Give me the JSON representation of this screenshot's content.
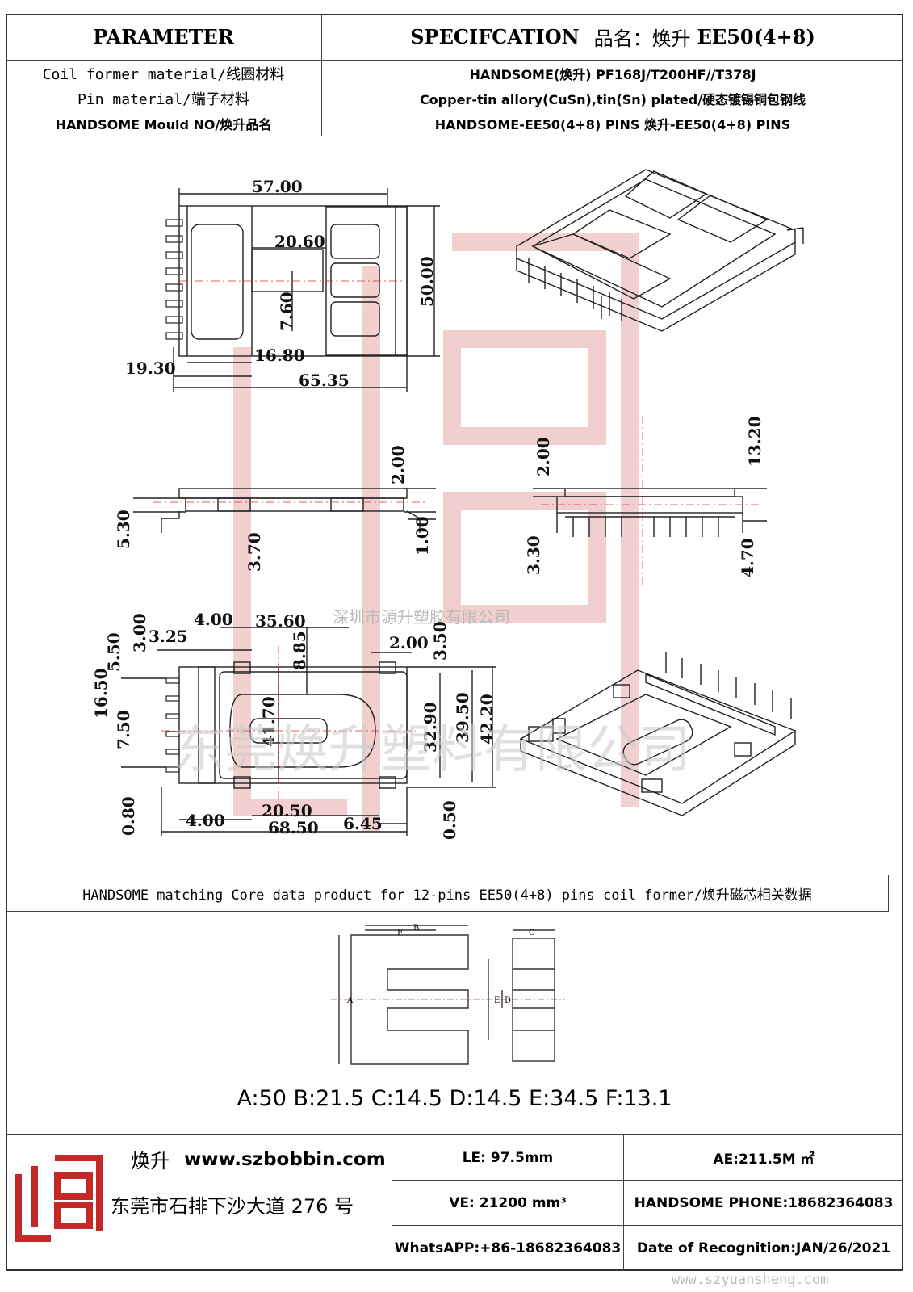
{
  "header": {
    "parameter": "PARAMETER",
    "specification": "SPECIFCATION",
    "product_label": "品名：焕升",
    "product_code": "EE50(4+8)"
  },
  "rows": [
    {
      "label": "Coil former material/线圈材料",
      "value": "HANDSOME(焕升)  PF168J/T200HF//T378J"
    },
    {
      "label": "Pin material/端子材料",
      "value": "Copper-tin allory(CuSn),tin(Sn) plated/硬态镀锡铜包钢线"
    },
    {
      "label": "HANDSOME Mould NO/焕升品名",
      "value": "HANDSOME-EE50(4+8) PINS   焕升-EE50(4+8) PINS"
    }
  ],
  "drawing": {
    "top_view": [
      "57.00",
      "20.60",
      "7.60",
      "50.00",
      "16.80",
      "19.30",
      "65.35"
    ],
    "side_view_left": [
      "2.00",
      "5.30",
      "3.70",
      "1.00"
    ],
    "side_view_right": [
      "13.20",
      "2.00",
      "3.30",
      "4.70"
    ],
    "bottom_view": [
      "4.00",
      "35.60",
      "3.00",
      "3.25",
      "5.50",
      "8.85",
      "2.00",
      "3.50",
      "16.50",
      "41.70",
      "32.90",
      "39.50",
      "42.20",
      "7.50",
      "0.80",
      "4.00",
      "20.50",
      "68.50",
      "6.45",
      "0.50"
    ],
    "company_watermark": "深圳市源升塑胶有限公司",
    "company_watermark_large": "东莞焕升塑料有限公司"
  },
  "core_section": {
    "title": "HANDSOME matching Core data  product for 12-pins EE50(4+8) pins coil former/焕升磁芯相关数据",
    "core_letters": [
      "A",
      "B",
      "C",
      "D",
      "E",
      "F"
    ],
    "dimensions": "A:50 B:21.5 C:14.5 D:14.5 E:34.5 F:13.1"
  },
  "footer": {
    "brand": "焕升",
    "website": "www.szbobbin.com",
    "address": "东莞市石排下沙大道 276 号",
    "le": "LE: 97.5mm",
    "ae": "AE:211.5M ㎡",
    "ve": "VE: 21200 mm³",
    "phone": "HANDSOME PHONE:18682364083",
    "whatsapp": "WhatsAPP:+86-18682364083",
    "date": "Date of Recognition:JAN/26/2021",
    "watermark_url": "www.szyuansheng.com"
  },
  "colors": {
    "watermark_red": "#e8a9a9",
    "line": "#333333",
    "center_line": "#d32f2f"
  }
}
